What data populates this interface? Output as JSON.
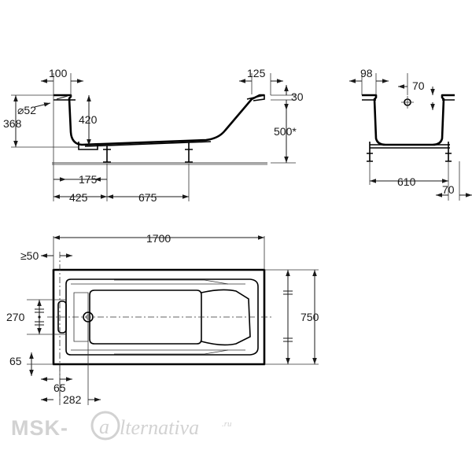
{
  "side_view": {
    "dims": {
      "rim_left": "100",
      "rim_right": "125",
      "rim_thickness": "30",
      "waste_diameter": "⌀52",
      "waste_height": "368",
      "inner_depth": "420",
      "total_height": "500*",
      "leg_offset": "175",
      "leg_left": "425",
      "leg_spacing": "675"
    }
  },
  "end_view": {
    "dims": {
      "rim_width": "98",
      "tap_hole_offset": "70",
      "leg_width": "610",
      "leg_side": "70"
    }
  },
  "top_view": {
    "dims": {
      "length": "1700",
      "wall_clearance": "≥50",
      "width": "750",
      "handle_spacing": "270",
      "edge_bottom": "65",
      "edge_side": "65",
      "waste_position": "282"
    }
  },
  "watermark": {
    "brand": "MSK-",
    "script": "lternativa",
    "suffix": ".ru"
  }
}
